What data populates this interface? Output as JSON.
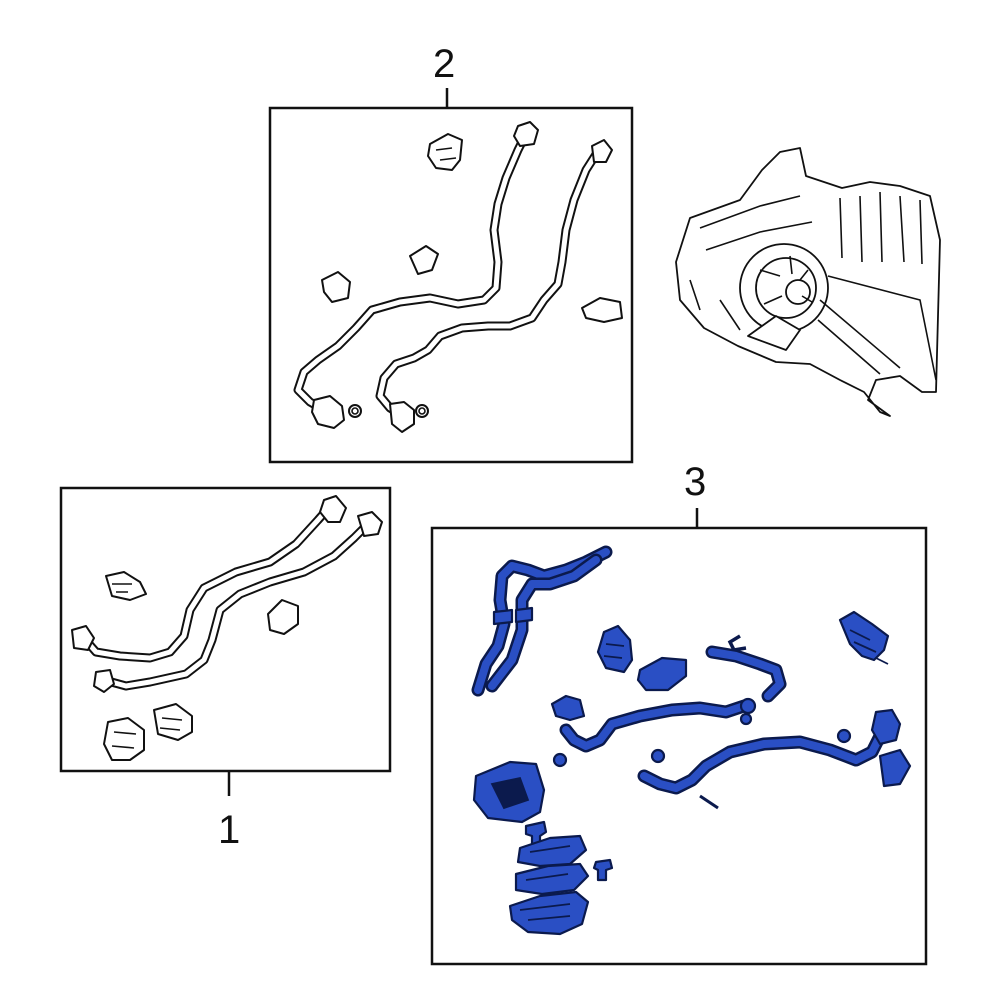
{
  "callouts": {
    "c1": "1",
    "c2": "2",
    "c3": "3"
  },
  "colors": {
    "highlight": "#2a4fc4",
    "highlight_outline": "#0b1a4d",
    "line": "#111111",
    "background": "#ffffff"
  }
}
